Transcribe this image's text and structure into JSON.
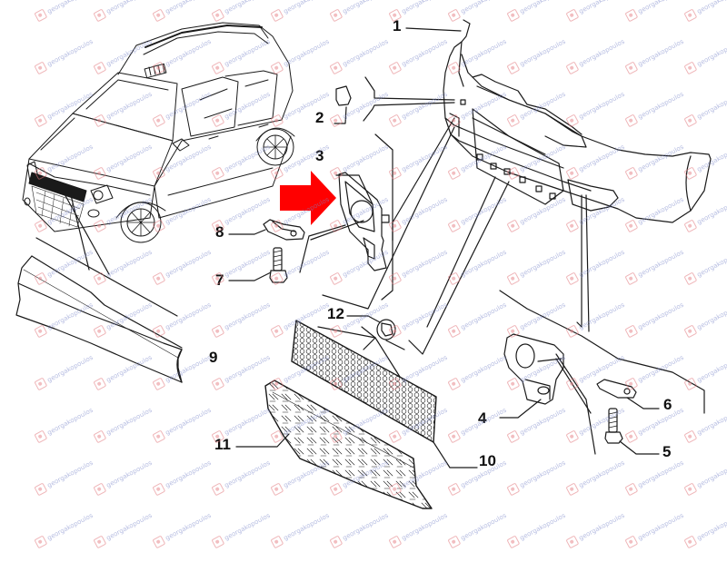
{
  "diagram": {
    "title": "Front bumper assembly exploded parts diagram",
    "watermark_text": "georgakopoulos",
    "highlight_arrow_color": "#ff0000",
    "line_color": "#1a1a1a",
    "callouts": [
      {
        "id": "1",
        "label": "1",
        "part": "front-bumper"
      },
      {
        "id": "2",
        "label": "2",
        "part": "tow-hook-cover"
      },
      {
        "id": "3",
        "label": "3",
        "part": "fog-lamp-bracket-left"
      },
      {
        "id": "4",
        "label": "4",
        "part": "fog-lamp-bracket-right"
      },
      {
        "id": "5",
        "label": "5",
        "part": "bolt-right"
      },
      {
        "id": "6",
        "label": "6",
        "part": "clip-nut-right"
      },
      {
        "id": "7",
        "label": "7",
        "part": "bolt-left"
      },
      {
        "id": "8",
        "label": "8",
        "part": "clip-nut-left"
      },
      {
        "id": "9",
        "label": "9",
        "part": "upper-grille-trim"
      },
      {
        "id": "10",
        "label": "10",
        "part": "mesh-grille"
      },
      {
        "id": "11",
        "label": "11",
        "part": "lower-skid-plate"
      },
      {
        "id": "12",
        "label": "12",
        "part": "grille-clip"
      }
    ]
  }
}
